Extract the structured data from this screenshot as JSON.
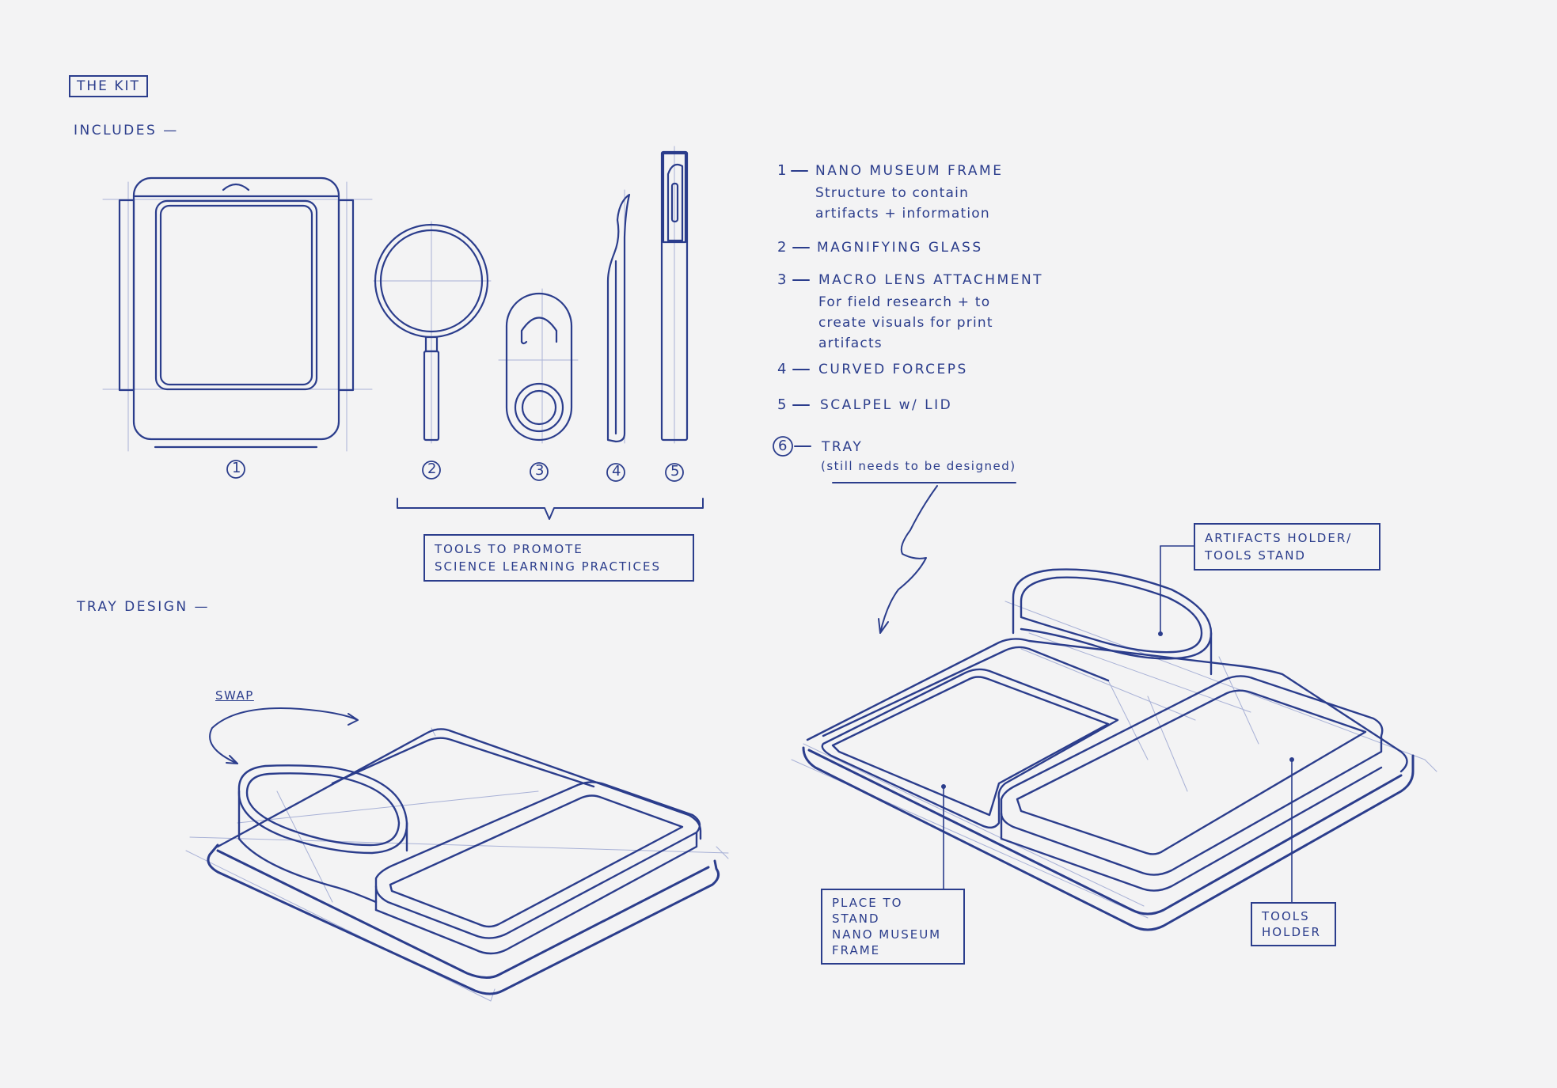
{
  "header": {
    "title": "THE KIT"
  },
  "sections": {
    "includes": "INCLUDES",
    "tray_design": "TRAY DESIGN"
  },
  "item_numbers": [
    "1",
    "2",
    "3",
    "4",
    "5"
  ],
  "kit_list": [
    {
      "number": "1",
      "title": "NANO MUSEUM FRAME",
      "desc": [
        "Structure to contain",
        "artifacts + information"
      ]
    },
    {
      "number": "2",
      "title": "MAGNIFYING GLASS",
      "desc": []
    },
    {
      "number": "3",
      "title": "MACRO LENS ATTACHMENT",
      "desc": [
        "For field research + to",
        "create visuals for print",
        "artifacts"
      ]
    },
    {
      "number": "4",
      "title": "CURVED FORCEPS",
      "desc": []
    },
    {
      "number": "5",
      "title": "SCALPEL w/ LID",
      "desc": []
    },
    {
      "number": "6",
      "title": "TRAY",
      "desc": [
        "(still needs to be designed)"
      ]
    }
  ],
  "tools_note": [
    "TOOLS TO PROMOTE",
    "SCIENCE LEARNING PRACTICES"
  ],
  "swap_label": "SWAP",
  "callouts": {
    "artifacts_holder": [
      "ARTIFACTS HOLDER/",
      "TOOLS STAND"
    ],
    "place_to_stand": [
      "PLACE TO STAND",
      "NANO MUSEUM",
      "FRAME"
    ],
    "tools_holder": [
      "TOOLS",
      "HOLDER"
    ]
  },
  "colors": {
    "ink": "#2b3d8c",
    "faint": "#9ea8cf",
    "paper": "#f3f3f4"
  }
}
